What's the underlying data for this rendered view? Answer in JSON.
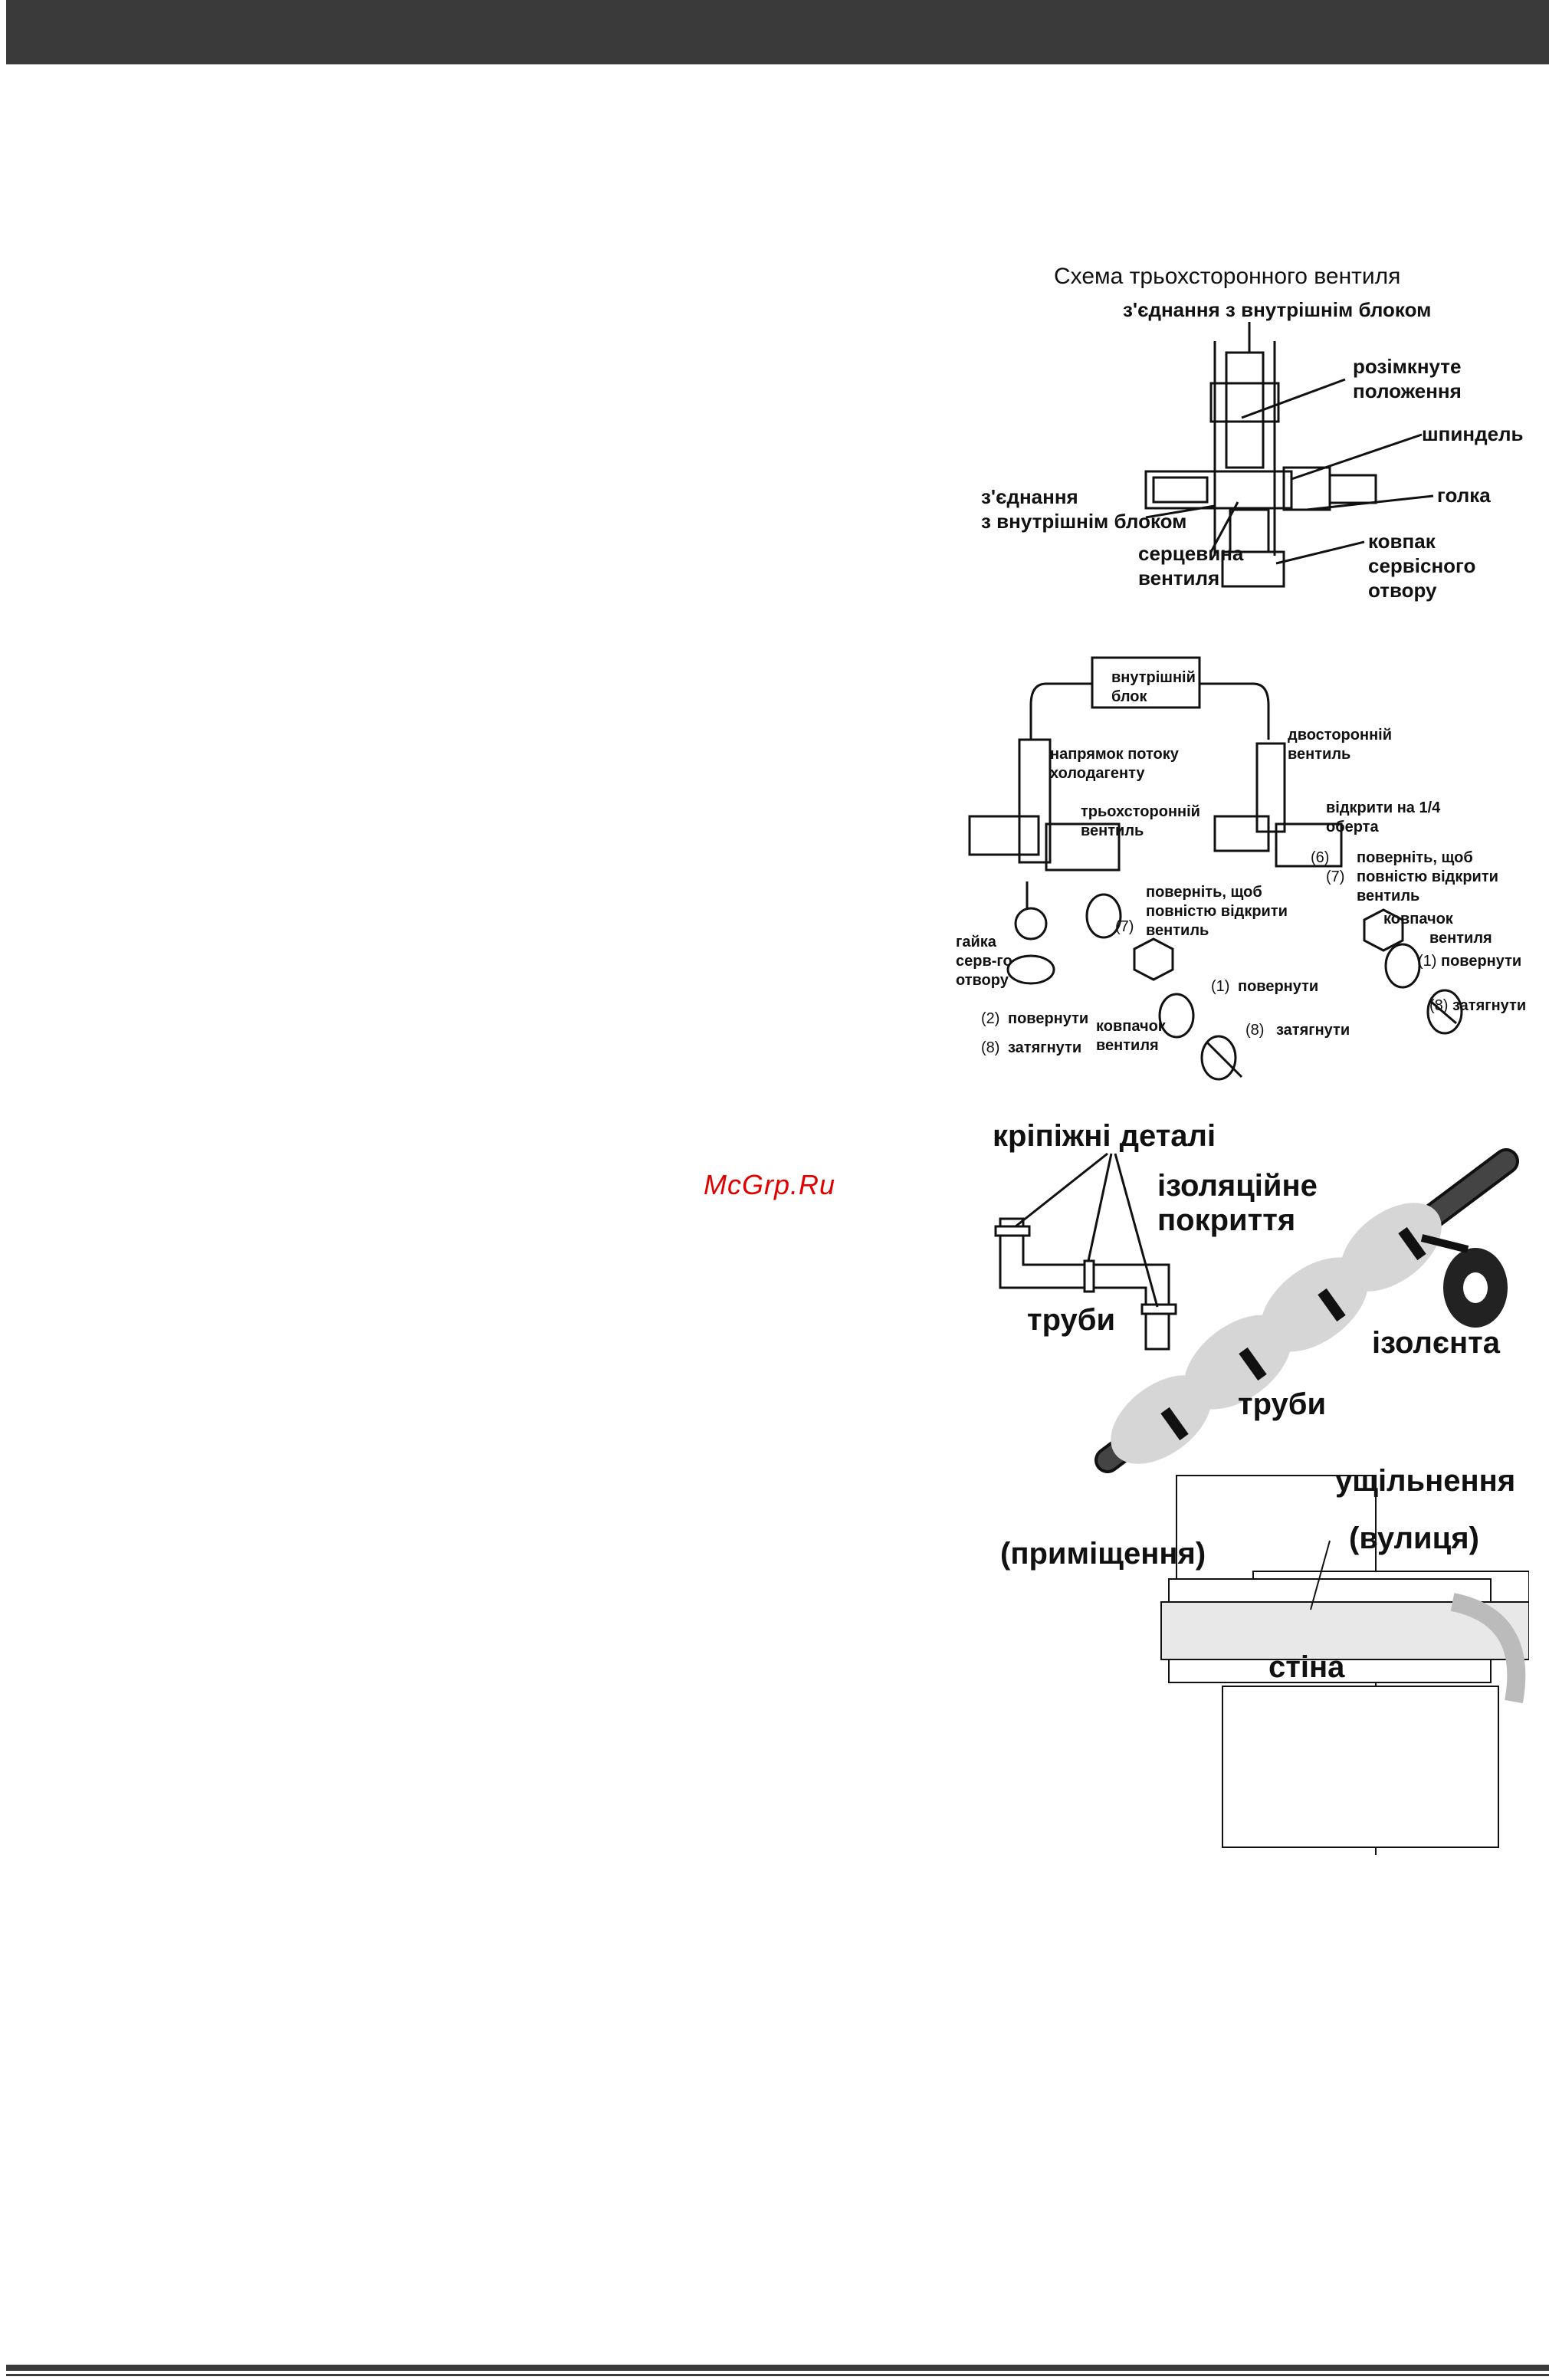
{
  "watermark": "McGrp.Ru",
  "figure_valve_schema": {
    "title": "Схема трьохсторонного вентиля",
    "label_connection_top": "з'єднання з внутрішнім блоком",
    "label_open_1": "розімкнуте",
    "label_open_2": "положення",
    "label_spindle": "шпиндель",
    "label_needle": "голка",
    "label_connection_left_1": "з'єднання",
    "label_connection_left_2": "з внутрішнім блоком",
    "label_core_1": "серцевина",
    "label_core_2": "вентиля",
    "label_cap_1": "ковпак",
    "label_cap_2": "сервісного",
    "label_cap_3": "отвору"
  },
  "figure_valve_operation": {
    "indoor_unit_1": "внутрішній",
    "indoor_unit_2": "блок",
    "flow_1": "напрямок потоку",
    "flow_2": "холодагенту",
    "three_way_1": "трьохсторонній",
    "three_way_2": "вентиль",
    "two_way_1": "двосторонній",
    "two_way_2": "вентиль",
    "open_quarter_1": "відкрити на 1/4",
    "open_quarter_2": "оберта",
    "step_6": "(6)",
    "step_7_right": "(7)",
    "turn_full_right_1": "поверніть, щоб",
    "turn_full_right_2": "повністю відкрити",
    "turn_full_right_3": "вентиль",
    "cap_right_1": "ковпачок",
    "cap_right_2": "вентиля",
    "step_1_right": "(1)",
    "turn_right": "повернути",
    "step_8_right": "(8)",
    "tighten_right": "затягнути",
    "step_7_left": "(7)",
    "turn_full_left_1": "поверніть, щоб",
    "turn_full_left_2": "повністю відкрити",
    "turn_full_left_3": "вентиль",
    "service_nut_1": "гайка",
    "service_nut_2": "серв-го",
    "service_nut_3": "отвору",
    "step_2": "(2)",
    "turn_2": "повернути",
    "step_8_left": "(8)",
    "tighten_left": "затягнути",
    "cap_left_1": "ковпачок",
    "cap_left_2": "вентиля",
    "step_1_mid": "(1)",
    "turn_mid": "повернути",
    "step_8_mid": "(8)",
    "tighten_mid": "затягнути"
  },
  "figure_insulation": {
    "fasteners": "кріпіжні деталі",
    "insulation_1": "ізоляційне",
    "insulation_2": "покриття",
    "pipes_left": "труби",
    "tape": "ізолєнта",
    "pipes_center": "труби"
  },
  "figure_wall": {
    "seal": "ущільнення",
    "room": "(приміщення)",
    "street": "(вулиця)",
    "wall": "стіна"
  }
}
